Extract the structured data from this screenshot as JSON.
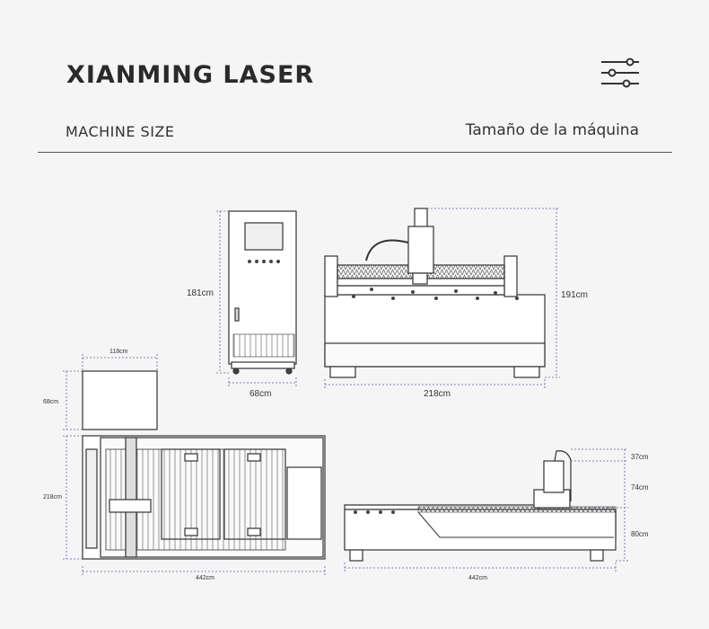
{
  "header": {
    "brand": "XIANMING LASER",
    "section_en": "MACHINE SIZE",
    "section_es": "Tamaño de la máquina",
    "menu_icon": "sliders-icon"
  },
  "dimensions": {
    "cabinet_height": "181cm",
    "cabinet_width": "68cm",
    "front_height": "191cm",
    "front_width": "218cm",
    "box_width": "118cm",
    "box_height": "68cm",
    "top_width": "218cm",
    "top_length": "442cm",
    "side_head": "37cm",
    "side_gantry": "74cm",
    "side_bed": "80cm",
    "side_length": "442cm"
  },
  "colors": {
    "dimension_line": "#5a5ac8",
    "drawing_line": "#333333",
    "background": "#f5f5f5"
  }
}
